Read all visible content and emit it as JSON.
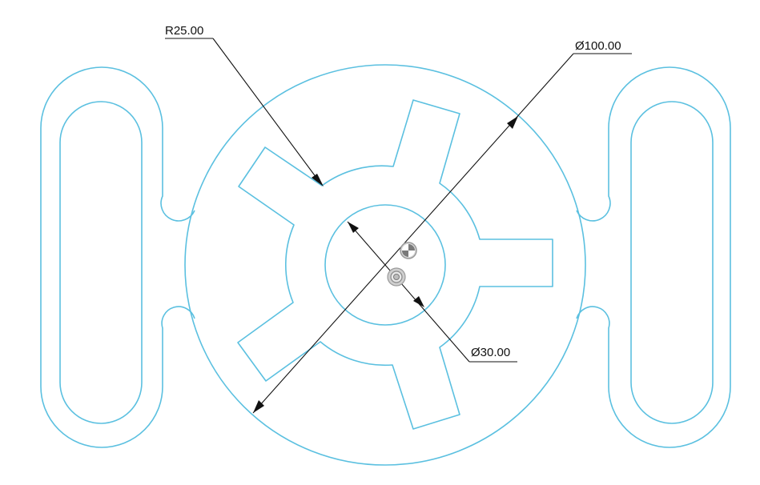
{
  "dimensions": {
    "radius": {
      "text": "R25.00"
    },
    "big_diameter": {
      "text": "Ø100.00"
    },
    "small_diameter": {
      "text": "Ø30.00"
    }
  },
  "colors": {
    "geometry": "#5bc0e0",
    "dimension": "#111111"
  },
  "icons": [
    "origin-point-icon",
    "center-point-icon"
  ]
}
